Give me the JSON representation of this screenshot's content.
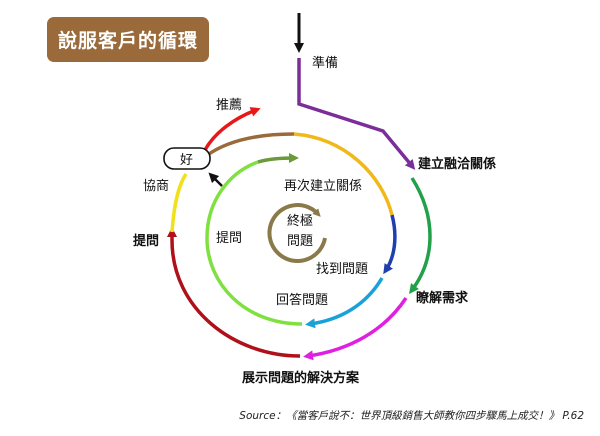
{
  "title": "說服客戶的循環",
  "labels": {
    "prepare": "準備",
    "build_rapport": "建立融洽關係",
    "understand_needs": "瞭解需求",
    "present_solution": "展示問題的解決方案",
    "answer_questions": "回答問題",
    "find_problem": "找到問題",
    "rebuild_rapport": "再次建立關係",
    "ultimate_question_line1": "終極",
    "ultimate_question_line2": "問題",
    "ask_inner": "提問",
    "ask_outer": "提問",
    "negotiate": "協商",
    "ok": "好",
    "recommend": "推薦"
  },
  "colors": {
    "title_bg": "#9b6a3a",
    "purple": "#7b2d9a",
    "green": "#22a04a",
    "blue": "#1f3fb0",
    "cyan": "#1aa2d8",
    "magenta": "#e020e0",
    "darkred": "#b0101a",
    "yellow": "#f2e01a",
    "red": "#e81818",
    "brown": "#9b6a3a",
    "gold": "#f0b818",
    "olive_green": "#6a9a3a",
    "lime": "#80e040",
    "core": "#8a7a4a"
  },
  "source": "Source：《當客戶說不：世界頂級銷售大師教你四步驟馬上成交！》 P.62"
}
